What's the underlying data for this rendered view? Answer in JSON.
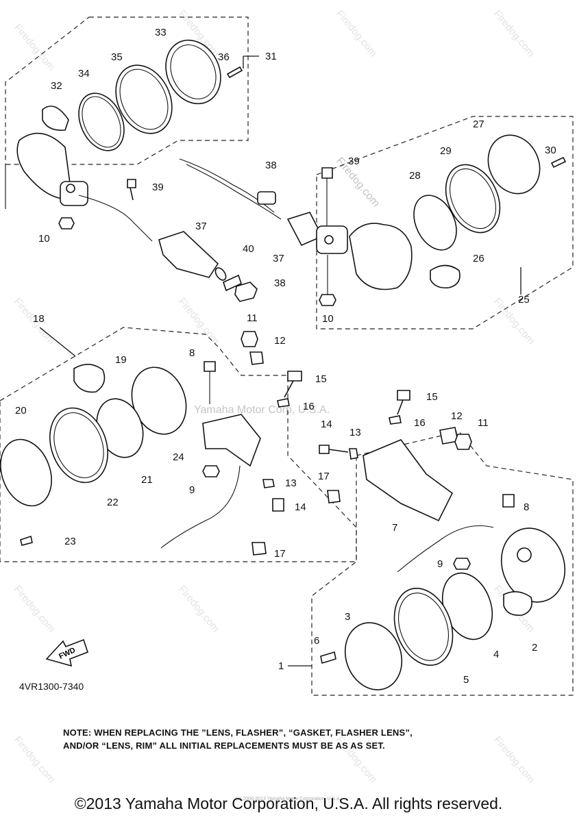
{
  "watermark": {
    "brand_text": "Firedog.com",
    "copyright_watermark": "Yamaha Motor Corp, U.S.A."
  },
  "diagram": {
    "part_number": "4VR1300-7340",
    "fwd_label": "FWD",
    "callouts": [
      "1",
      "2",
      "3",
      "4",
      "5",
      "6",
      "7",
      "8",
      "9",
      "10",
      "11",
      "12",
      "13",
      "14",
      "15",
      "16",
      "17",
      "18",
      "19",
      "20",
      "21",
      "22",
      "23",
      "24",
      "25",
      "26",
      "27",
      "28",
      "29",
      "30",
      "31",
      "32",
      "33",
      "34",
      "35",
      "36",
      "37",
      "38",
      "39",
      "40"
    ]
  },
  "note": {
    "line1": "NOTE: WHEN REPLACING THE  ”LENS, FLASHER”, “GASKET, FLASHER LENS”,",
    "line2": "AND/OR “LENS, RIM” ALL INITIAL REPLACEMENTS MUST BE AS AS SET."
  },
  "footer": {
    "copyright": "©2013 Yamaha Motor Corporation, U.S.A. All rights reserved.",
    "tiny_print": "(c) 2000-2013 Yamaha Motor Corporation, U.S.A."
  }
}
